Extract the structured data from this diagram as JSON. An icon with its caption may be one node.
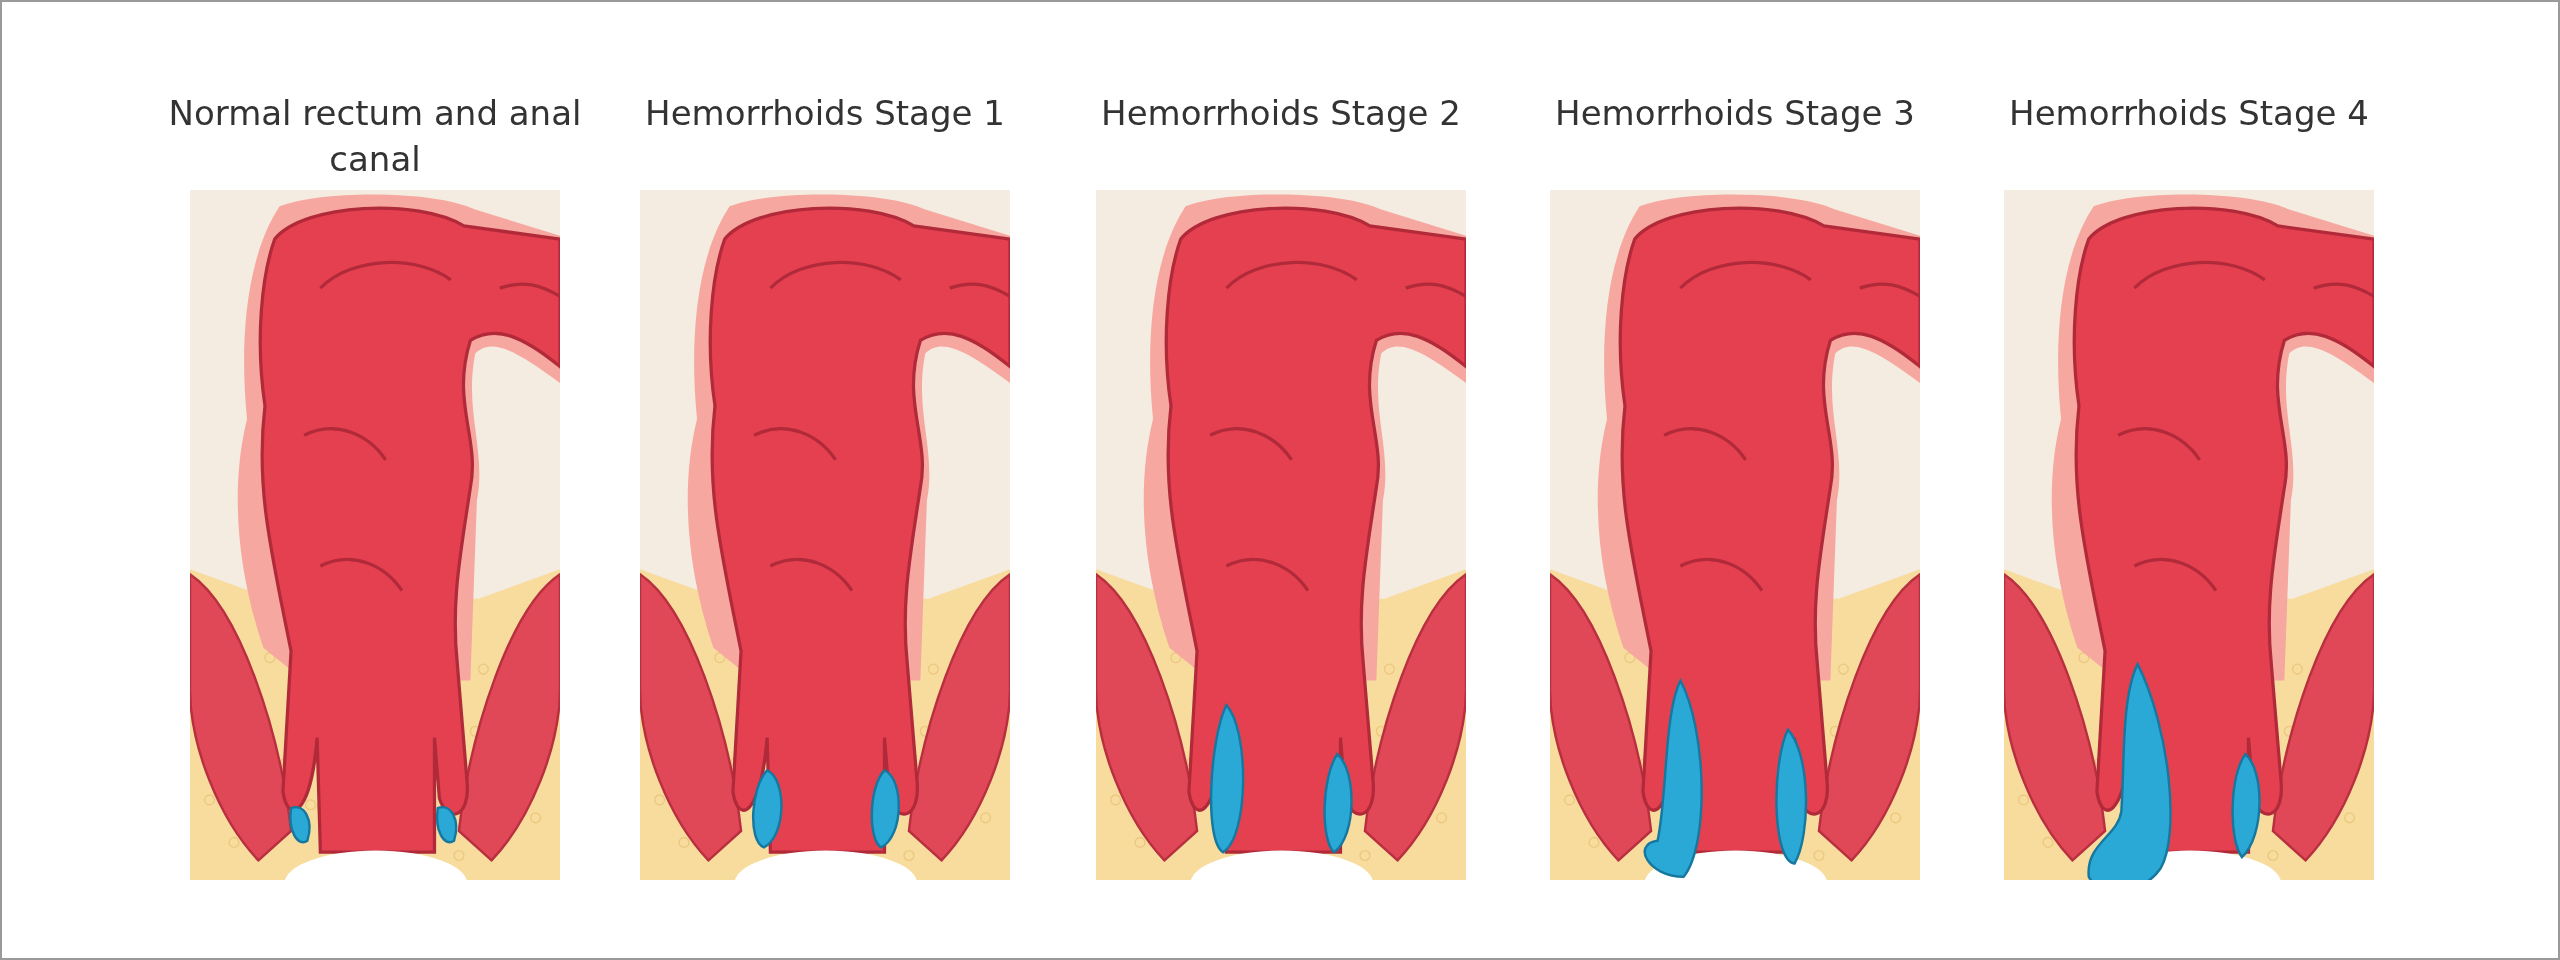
{
  "diagram": {
    "labels": [
      "Normal rectum and anal canal",
      "Hemorrhoids Stage 1",
      "Hemorrhoids Stage 2",
      "Hemorrhoids Stage 3",
      "Hemorrhoids Stage 4"
    ]
  }
}
